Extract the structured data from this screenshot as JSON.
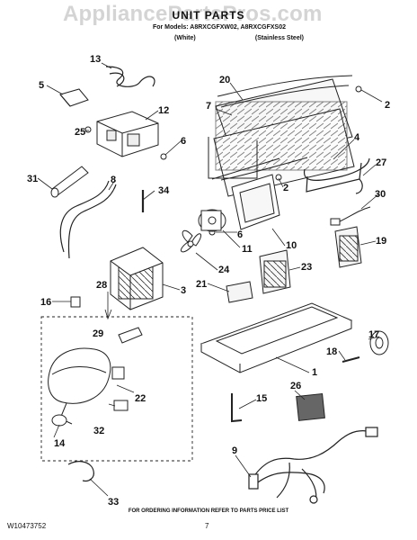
{
  "watermark": "AppliancePartsPros.com",
  "header": {
    "title": "UNIT PARTS",
    "models": "For Models: A8RXCGFXW02, A8RXCGFXS02",
    "variant_white": "(White)",
    "variant_stainless": "(Stainless Steel)"
  },
  "footer": {
    "ordering_note": "FOR ORDERING INFORMATION REFER TO PARTS PRICE LIST",
    "doc_number": "W10473752",
    "page_number": "7"
  },
  "callouts": [
    "13",
    "5",
    "20",
    "7",
    "2",
    "12",
    "25",
    "6",
    "4",
    "27",
    "2",
    "31",
    "8",
    "34",
    "30",
    "11",
    "6",
    "10",
    "19",
    "24",
    "23",
    "3",
    "21",
    "16",
    "28",
    "17",
    "29",
    "18",
    "1",
    "22",
    "15",
    "26",
    "32",
    "14",
    "9",
    "33"
  ]
}
